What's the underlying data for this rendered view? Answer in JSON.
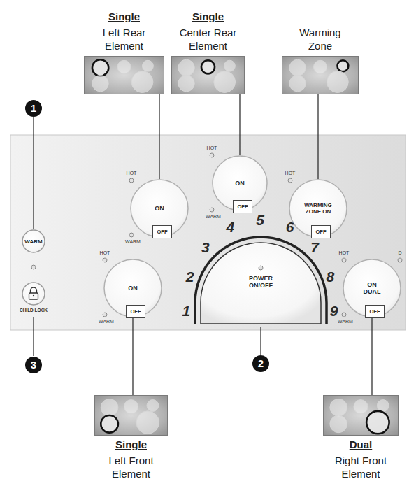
{
  "diagram": {
    "nodes": [
      {
        "text": [
          "Single",
          "Left Rear Element"
        ]
      },
      {
        "text": [
          "Single",
          "Center Rear Element"
        ]
      },
      {
        "text": [
          "Warming Zone"
        ]
      },
      {
        "text": [
          "WARM"
        ]
      },
      {
        "text": [
          "ON"
        ]
      },
      {
        "text": [
          "OFF"
        ],
        "in": 4
      },
      {
        "text": [
          "ON"
        ]
      },
      {
        "text": [
          "OFF"
        ],
        "in": 6
      },
      {
        "text": [
          "WARMING ZONE ON"
        ]
      },
      {
        "text": [
          "OFF"
        ],
        "in": 8
      },
      {
        "text": [
          "CHILD LOCK"
        ]
      },
      {
        "text": [
          "ON"
        ]
      },
      {
        "text": [
          "OFF"
        ],
        "in": 11
      },
      {
        "text": [
          "POWER ON/OFF"
        ]
      },
      {
        "text": [
          "ON DUAL"
        ]
      },
      {
        "text": [
          "OFF"
        ],
        "in": 14
      },
      {
        "text": [
          "Single",
          "Left Front Element"
        ]
      },
      {
        "text": [
          "Dual",
          "Right Front Element"
        ]
      }
    ],
    "edges": [
      {
        "from": 6,
        "to": 0,
        "arrow": "none"
      },
      {
        "from": 4,
        "to": 1,
        "arrow": "none"
      },
      {
        "from": 8,
        "to": 2,
        "arrow": "none"
      },
      {
        "from": 11,
        "to": 16,
        "arrow": "none"
      },
      {
        "from": 14,
        "to": 17,
        "arrow": "none"
      }
    ],
    "labels": [
      "1",
      "HOT",
      "WARM",
      "HOT",
      "WARM",
      "HOT",
      "HOT",
      "WARM",
      "HOT",
      "D",
      "WARM",
      "1",
      "2",
      "3",
      "4",
      "5",
      "6",
      "7",
      "8",
      "9",
      "2",
      "3"
    ]
  }
}
